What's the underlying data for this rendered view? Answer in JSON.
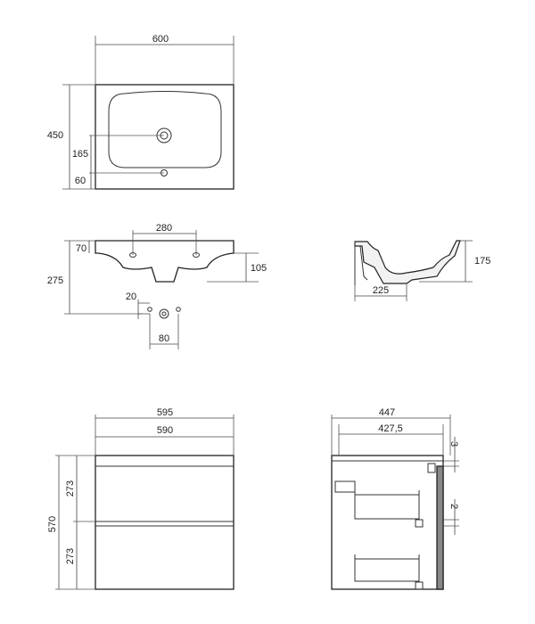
{
  "dimensions": {
    "top_width": "600",
    "top_depth": "450",
    "top_drain_from_back": "165",
    "top_tap_from_front": "60",
    "front_holes_spacing": "280",
    "front_top_offset": "70",
    "front_height": "275",
    "front_right": "105",
    "front_small": "20",
    "front_drain_width": "80",
    "side_basin_depth": "175",
    "side_basin_length": "225",
    "cab_front_outer": "595",
    "cab_front_inner": "590",
    "cab_height": "570",
    "cab_drawer_upper": "273",
    "cab_drawer_lower": "273",
    "cab_side_outer": "447",
    "cab_side_inner": "427,5",
    "cab_side_gap_top": "3",
    "cab_side_gap_mid": "2"
  }
}
